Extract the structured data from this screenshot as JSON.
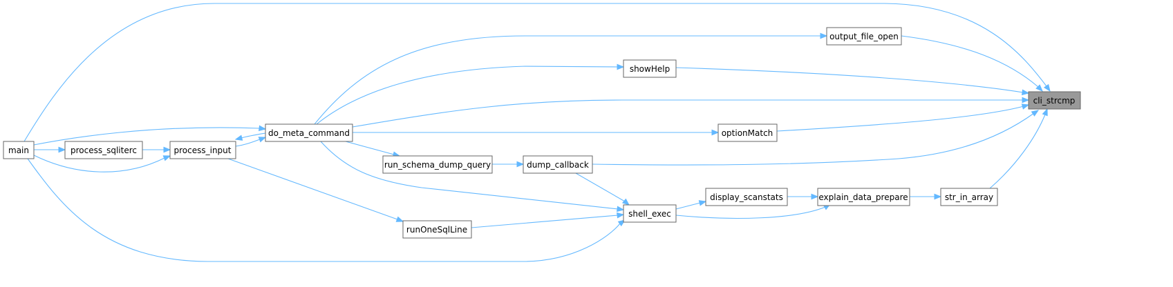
{
  "graph": {
    "nodes": {
      "main": "main",
      "process_sqliterc": "process_sqliterc",
      "process_input": "process_input",
      "do_meta_command": "do_meta_command",
      "run_schema_dump_query": "run_schema_dump_query",
      "dump_callback": "dump_callback",
      "runOneSqlLine": "runOneSqlLine",
      "shell_exec": "shell_exec",
      "display_scanstats": "display_scanstats",
      "explain_data_prepare": "explain_data_prepare",
      "str_in_array": "str_in_array",
      "output_file_open": "output_file_open",
      "showHelp": "showHelp",
      "optionMatch": "optionMatch",
      "cli_strcmp": "cli_strcmp"
    },
    "current_node": "cli_strcmp",
    "edges": [
      [
        "main",
        "process_sqliterc"
      ],
      [
        "main",
        "process_input"
      ],
      [
        "main",
        "do_meta_command"
      ],
      [
        "main",
        "shell_exec"
      ],
      [
        "main",
        "cli_strcmp"
      ],
      [
        "process_sqliterc",
        "process_input"
      ],
      [
        "process_input",
        "do_meta_command"
      ],
      [
        "process_input",
        "runOneSqlLine"
      ],
      [
        "do_meta_command",
        "process_input"
      ],
      [
        "do_meta_command",
        "output_file_open"
      ],
      [
        "do_meta_command",
        "showHelp"
      ],
      [
        "do_meta_command",
        "cli_strcmp"
      ],
      [
        "do_meta_command",
        "optionMatch"
      ],
      [
        "do_meta_command",
        "run_schema_dump_query"
      ],
      [
        "do_meta_command",
        "shell_exec"
      ],
      [
        "run_schema_dump_query",
        "dump_callback"
      ],
      [
        "dump_callback",
        "cli_strcmp"
      ],
      [
        "dump_callback",
        "shell_exec"
      ],
      [
        "runOneSqlLine",
        "shell_exec"
      ],
      [
        "shell_exec",
        "display_scanstats"
      ],
      [
        "shell_exec",
        "explain_data_prepare"
      ],
      [
        "display_scanstats",
        "explain_data_prepare"
      ],
      [
        "explain_data_prepare",
        "str_in_array"
      ],
      [
        "str_in_array",
        "cli_strcmp"
      ],
      [
        "output_file_open",
        "cli_strcmp"
      ],
      [
        "showHelp",
        "cli_strcmp"
      ],
      [
        "optionMatch",
        "cli_strcmp"
      ]
    ],
    "colors": {
      "edge": "#63b8ff",
      "node_border": "#666666",
      "node_fill": "#ffffff",
      "current_fill": "#999999"
    }
  }
}
